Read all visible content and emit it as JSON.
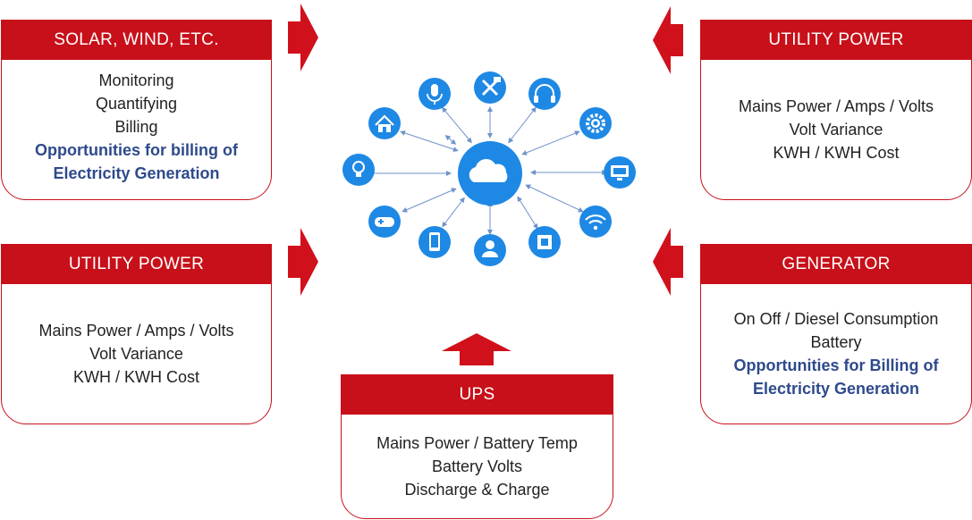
{
  "colors": {
    "accent_red": "#c8101a",
    "hub_blue": "#1e88e5",
    "link_text": "#2e4a8c",
    "connector": "#6f93c9"
  },
  "cards": {
    "solar": {
      "title": "SOLAR, WIND, ETC.",
      "lines": [
        "Monitoring",
        "Quantifying",
        "Billing"
      ],
      "highlight": [
        "Opportunities  for billing of",
        "Electricity  Generation"
      ]
    },
    "utility_top": {
      "title": "UTILITY POWER",
      "lines": [
        "Mains Power / Amps / Volts",
        "Volt Variance",
        "KWH / KWH Cost"
      ]
    },
    "utility_left": {
      "title": "UTILITY POWER",
      "lines": [
        "Mains Power / Amps / Volts",
        "Volt Variance",
        "KWH / KWH Cost"
      ]
    },
    "generator": {
      "title": "GENERATOR",
      "lines": [
        "On Off / Diesel Consumption",
        "Battery"
      ],
      "highlight": [
        "Opportunities  for Billing of",
        "Electricity Generation"
      ]
    },
    "ups": {
      "title": "UPS",
      "lines": [
        "Mains Power / Battery Temp",
        "Battery Volts",
        "Discharge & Charge"
      ]
    }
  },
  "hub": {
    "center_icon": "cloud-icon",
    "nodes": [
      "microphone-icon",
      "tools-icon",
      "headphones-icon",
      "gear-icon",
      "monitor-icon",
      "wifi-icon",
      "chip-icon",
      "user-icon",
      "smartphone-icon",
      "gamepad-icon",
      "lightbulb-icon",
      "home-icon"
    ]
  }
}
